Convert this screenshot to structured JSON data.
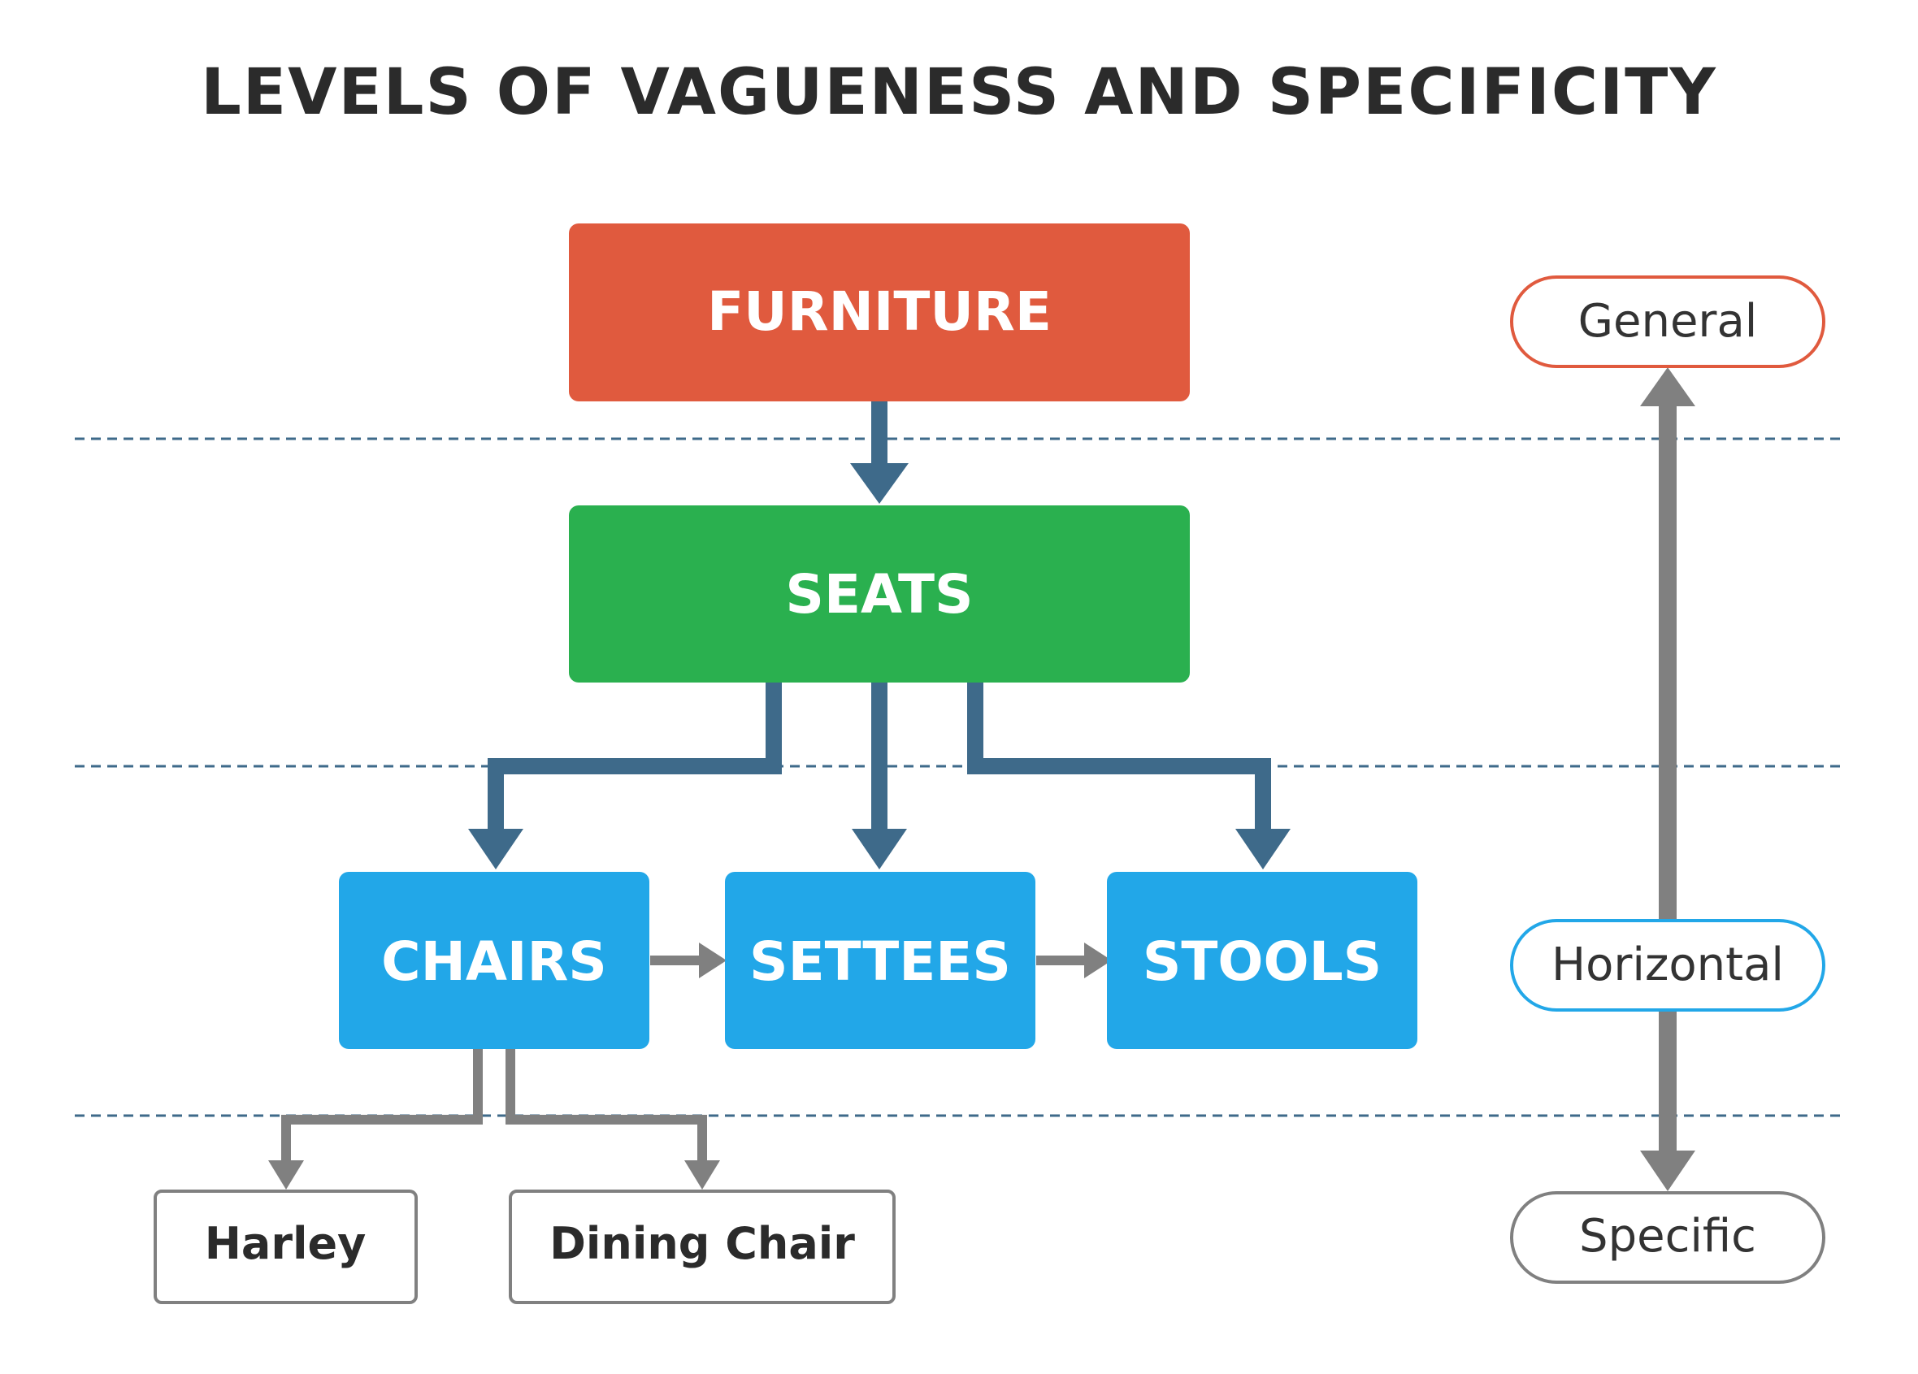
{
  "title": "LEVELS OF VAGUENESS AND SPECIFICITY",
  "nodes": {
    "furniture": "FURNITURE",
    "seats": "SEATS",
    "chairs": "CHAIRS",
    "settees": "SETTEES",
    "stools": "STOOLS",
    "harley": "Harley",
    "dining_chair": "Dining Chair"
  },
  "scale": {
    "general": "General",
    "horizontal": "Horizontal",
    "specific": "Specific"
  },
  "colors": {
    "furniture": "#e05a3e",
    "seats": "#2ab04f",
    "level3": "#22a7e8",
    "connector": "#3e6a8a",
    "secondary_connector": "#808080",
    "dashed_line": "#3e6a8a",
    "general_border": "#e05a3e",
    "horizontal_border": "#22a7e8",
    "specific_border": "#808080"
  }
}
